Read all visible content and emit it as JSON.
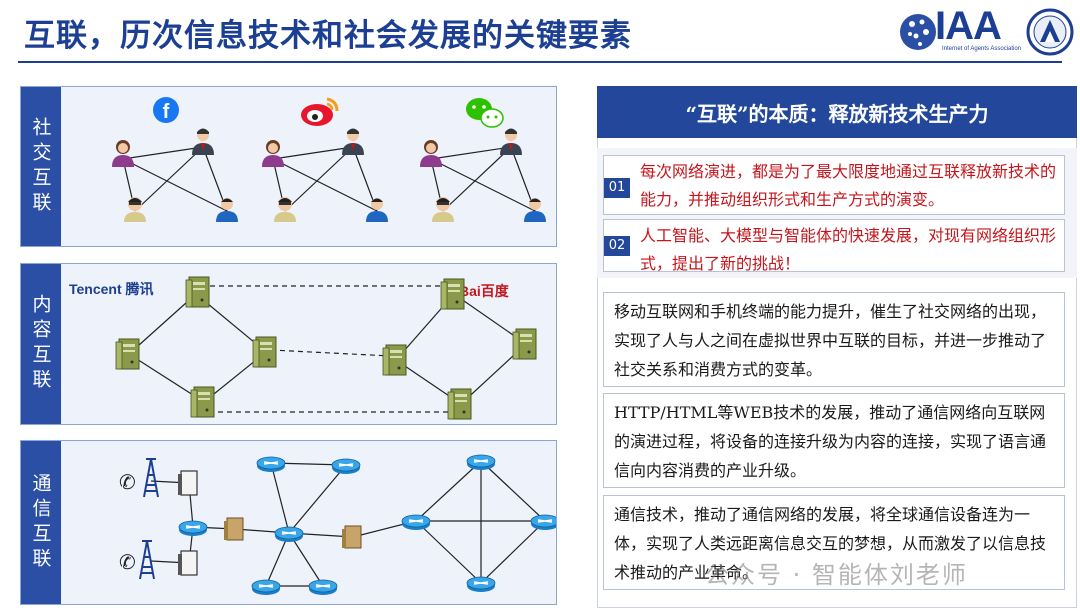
{
  "title": "互联，历次信息技术和社会发展的关键要素",
  "logo": {
    "text": "IAA",
    "subtitle": "Internet of Agents Association"
  },
  "left_panels": {
    "social": {
      "label": "社交互联"
    },
    "content": {
      "label": "内容互联",
      "brand_left": "Tencent 腾讯",
      "brand_right": "Bai百度"
    },
    "comm": {
      "label": "通信互联"
    }
  },
  "right": {
    "header": "“互联”的本质：释放新技术生产力",
    "items": [
      {
        "badge": "01",
        "text": "每次网络演进，都是为了最大限度地通过互联释放新技术的能力，并推动组织形式和生产方式的演变。"
      },
      {
        "badge": "02",
        "text": "人工智能、大模型与智能体的快速发展，对现有网络组织形式，提出了新的挑战！"
      }
    ],
    "boxes": [
      "移动互联网和手机终端的能力提升，催生了社交网络的出现，实现了人与人之间在虚拟世界中互联的目标，并进一步推动了社交关系和消费方式的变革。",
      "HTTP/HTML等WEB技术的发展，推动了通信网络向互联网的演进过程，将设备的连接升级为内容的连接，实现了语言通信向内容消费的产业升级。",
      "通信技术，推动了通信网络的发展，将全球通信设备连为一体，实现了人类远距离信息交互的梦想，从而激发了以信息技术推动的产业革命。"
    ]
  },
  "watermark": "公众号 · 智能体刘老师",
  "colors": {
    "primary": "#1d3f93",
    "accent_red": "#c4161c",
    "panel_bg": "#edf2fb"
  }
}
